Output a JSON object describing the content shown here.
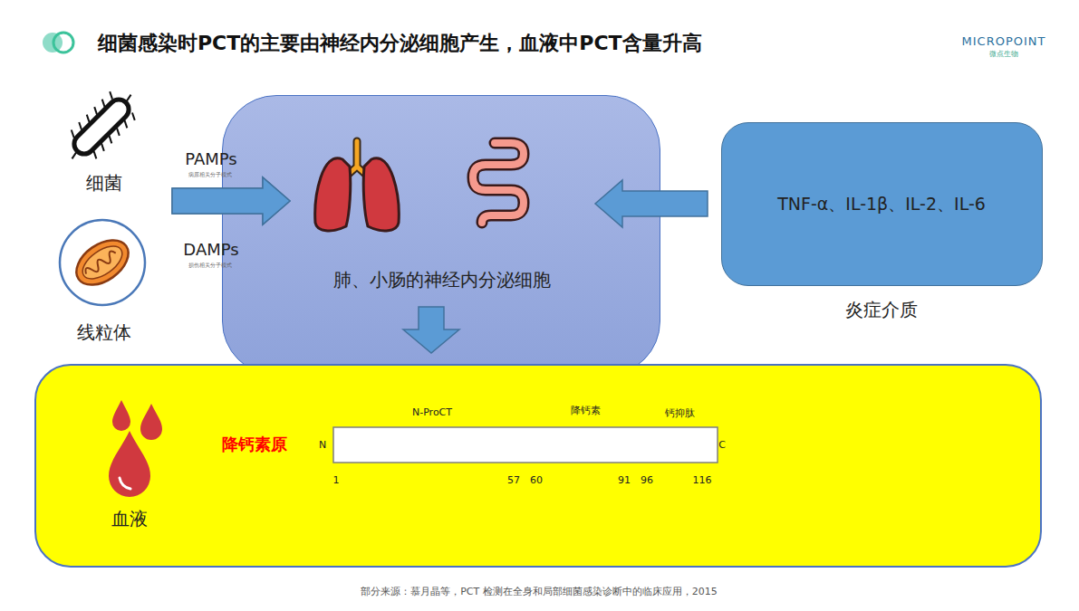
{
  "diagram": {
    "title": "细菌感染时PCT的主要由神经内分泌细胞产生，血液中PCT含量升高",
    "caption": "部分来源：慕月晶等，PCT 检测在全身和局部细菌感染诊断中的临床应用，2015",
    "nodes": [
      {
        "text": [
          "细菌"
        ]
      },
      {
        "text": [
          "线粒体"
        ]
      },
      {
        "text": [
          "肺、小肠的神经内分泌细胞"
        ]
      },
      {
        "text": [
          "TNF-α、IL-1β、IL-2、IL-6",
          "炎症介质"
        ]
      },
      {
        "text": [
          "血液",
          "降钙素原"
        ]
      },
      {
        "text": [
          "N-ProCT"
        ],
        "in": 4
      },
      {
        "text": [
          "降钙素"
        ],
        "in": 4
      },
      {
        "text": [
          "钙抑肽"
        ],
        "in": 4
      }
    ],
    "edges": [
      {
        "from": 0,
        "to": 2,
        "arrow": "to"
      },
      {
        "from": 1,
        "to": 2,
        "arrow": "to"
      },
      {
        "from": 3,
        "to": 2,
        "arrow": "to"
      },
      {
        "from": 2,
        "to": 4,
        "arrow": "to"
      }
    ],
    "labels": [
      "PAMPs",
      "病原相关分子模式",
      "DAMPs",
      "损伤相关分子模式",
      "N",
      "C",
      "1",
      "57",
      "60",
      "91",
      "96",
      "116",
      "MICROPOINT",
      "微点生物"
    ]
  }
}
